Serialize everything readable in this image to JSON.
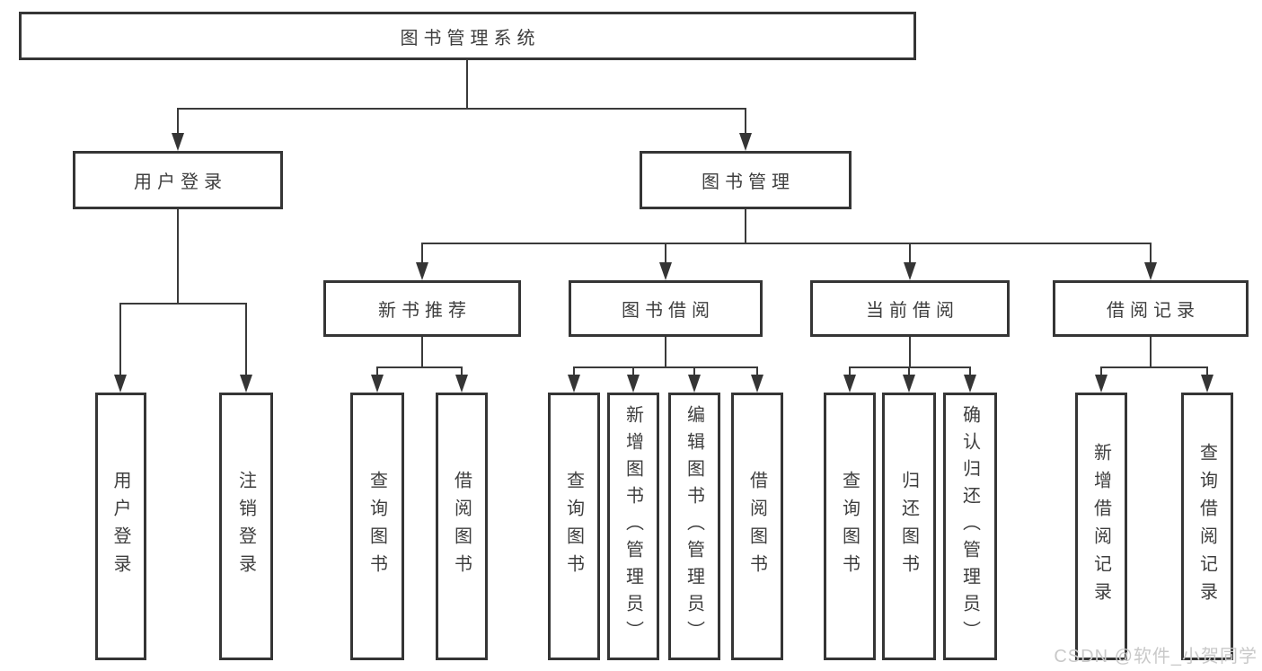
{
  "diagram": {
    "type": "hierarchy-tree",
    "title": "图书管理系统"
  },
  "nodes": {
    "root": {
      "label": "图书管理系统"
    },
    "user_login": {
      "label": "用户登录"
    },
    "book_mgmt": {
      "label": "图书管理"
    },
    "new_book_rec": {
      "label": "新书推荐"
    },
    "book_borrow": {
      "label": "图书借阅"
    },
    "current_borrow": {
      "label": "当前借阅"
    },
    "borrow_records": {
      "label": "借阅记录"
    },
    "leaf_user_login": {
      "label": "用户登录"
    },
    "leaf_logout": {
      "label": "注销登录"
    },
    "leaf_query_book_1": {
      "label": "查询图书"
    },
    "leaf_borrow_book_1": {
      "label": "借阅图书"
    },
    "leaf_query_book_2": {
      "label": "查询图书"
    },
    "leaf_add_book": {
      "label": "新增图书（管理员）"
    },
    "leaf_edit_book": {
      "label": "编辑图书（管理员）"
    },
    "leaf_borrow_book_2": {
      "label": "借阅图书"
    },
    "leaf_query_book_3": {
      "label": "查询图书"
    },
    "leaf_return_book": {
      "label": "归还图书"
    },
    "leaf_confirm_return": {
      "label": "确认归还（管理员）"
    },
    "leaf_add_record": {
      "label": "新增借阅记录"
    },
    "leaf_query_record": {
      "label": "查询借阅记录"
    }
  },
  "edges": [
    "root>user_login",
    "root>book_mgmt",
    "user_login>leaf_user_login",
    "user_login>leaf_logout",
    "book_mgmt>new_book_rec",
    "book_mgmt>book_borrow",
    "book_mgmt>current_borrow",
    "book_mgmt>borrow_records",
    "new_book_rec>leaf_query_book_1",
    "new_book_rec>leaf_borrow_book_1",
    "book_borrow>leaf_query_book_2",
    "book_borrow>leaf_add_book",
    "book_borrow>leaf_edit_book",
    "book_borrow>leaf_borrow_book_2",
    "current_borrow>leaf_query_book_3",
    "current_borrow>leaf_return_book",
    "current_borrow>leaf_confirm_return",
    "borrow_records>leaf_add_record",
    "borrow_records>leaf_query_record"
  ],
  "watermark": "CSDN @软件_小贺同学",
  "colors": {
    "line": "#3a3a3a",
    "border": "#353535",
    "text": "#3e3e3e",
    "watermark": "#c9c9c9",
    "background": "#ffffff"
  }
}
